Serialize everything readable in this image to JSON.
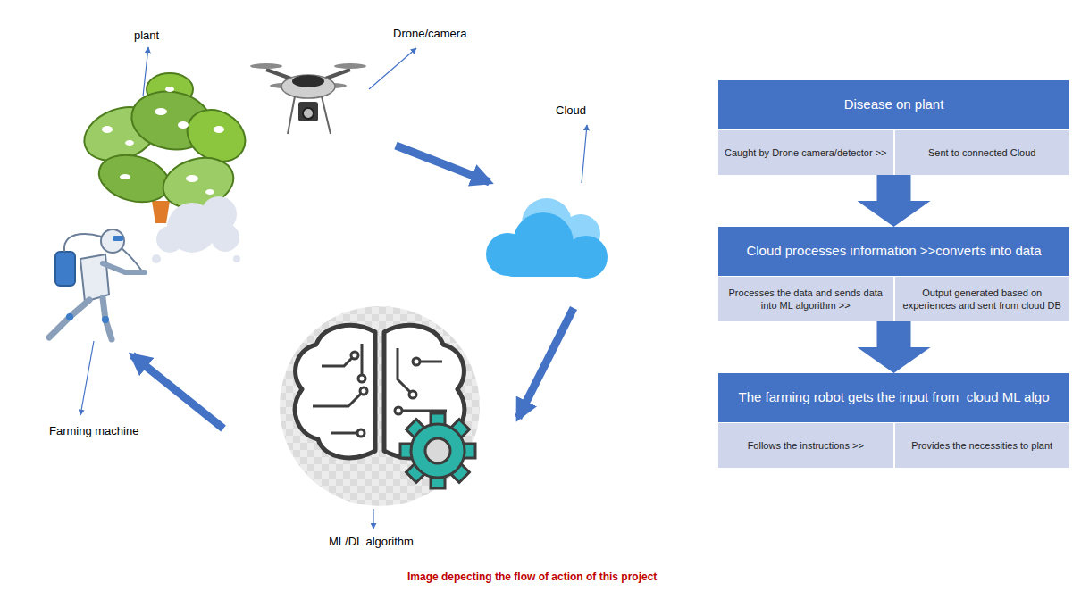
{
  "diagram": {
    "caption": "Image depecting the flow of action of this project",
    "nodes": [
      {
        "text": [
          "Disease on plant"
        ]
      },
      {
        "text": [
          "Caught by Drone camera/detector >>"
        ],
        "in": 0
      },
      {
        "text": [
          "Sent to connected Cloud"
        ],
        "in": 0
      },
      {
        "text": [
          "Cloud processes information >>converts into data"
        ]
      },
      {
        "text": [
          "Processes the data and sends data into ML algorithm >>"
        ],
        "in": 3
      },
      {
        "text": [
          "Output generated based on experiences and sent from cloud DB"
        ],
        "in": 3
      },
      {
        "text": [
          "The farming robot gets the input from  cloud ML algo"
        ]
      },
      {
        "text": [
          "Follows the instructions >>"
        ],
        "in": 6
      },
      {
        "text": [
          "Provides the necessities to plant"
        ],
        "in": 6
      }
    ],
    "edges": [
      {
        "from": 0,
        "to": 3,
        "arrow": "to"
      },
      {
        "from": 3,
        "to": 6,
        "arrow": "to"
      }
    ],
    "labels": [
      "plant",
      "Drone/camera",
      "Cloud",
      "Farming machine",
      "ML/DL algorithm"
    ]
  }
}
